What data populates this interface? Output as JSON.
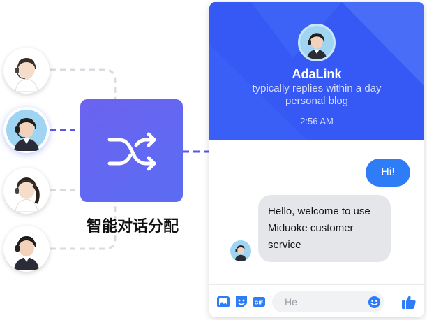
{
  "router": {
    "label": "智能对话分配",
    "icon": "shuffle-icon",
    "color": "#5f66f1"
  },
  "agents": [
    {
      "icon": "agent-avatar-icon"
    },
    {
      "icon": "agent-avatar-icon",
      "selected": true
    },
    {
      "icon": "agent-avatar-icon"
    },
    {
      "icon": "agent-avatar-icon"
    }
  ],
  "chat": {
    "header": {
      "agent_name": "AdaLink",
      "status": "typically replies within a day",
      "subtitle": "personal blog",
      "time": "2:56 AM",
      "color": "#2f55f5"
    },
    "messages": [
      {
        "from": "visitor",
        "text": "Hi!"
      },
      {
        "from": "agent",
        "text": "Hello, welcome to use Miduoke customer service"
      }
    ],
    "composer": {
      "placeholder": "He",
      "tools": [
        "image-icon",
        "sticker-icon",
        "gif-icon"
      ],
      "gif_label": "GIF",
      "emoji_icon": "smiley-icon",
      "send_icon": "thumbs-up-icon"
    },
    "accent": "#2f7df6"
  }
}
